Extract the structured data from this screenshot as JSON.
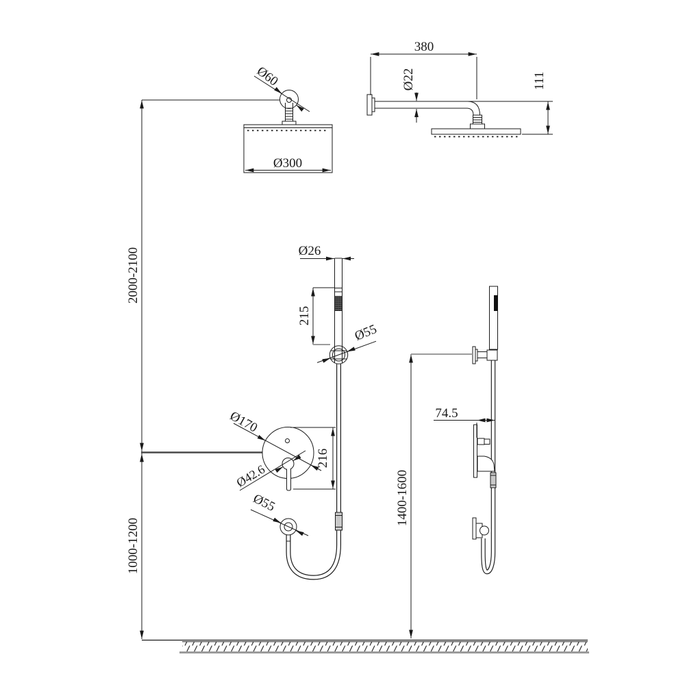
{
  "drawing": {
    "type": "technical-installation-diagram",
    "subject": "wall-mounted shower set: rain head, hand shower on holder, concealed mixer",
    "background": "#ffffff",
    "line_color": "#1a1a1a",
    "gray_color": "#9b9b9b",
    "labels": {
      "flange_diameter": "Ø60",
      "head_diameter": "Ø300",
      "height_head": "2000-2100",
      "height_mixer": "1000-1200",
      "arm_length": "380",
      "arm_pipe_diameter": "Ø22",
      "head_drop": "111",
      "wand_diameter": "Ø26",
      "wand_length": "215",
      "holder_flange_diameter": "Ø55",
      "mixer_plate_diameter": "Ø170",
      "handle_diameter": "Ø42.6",
      "mixer_trim_height": "216",
      "outlet_diameter": "Ø55",
      "wall_offset": "74.5",
      "height_holder": "1400-1600"
    }
  }
}
